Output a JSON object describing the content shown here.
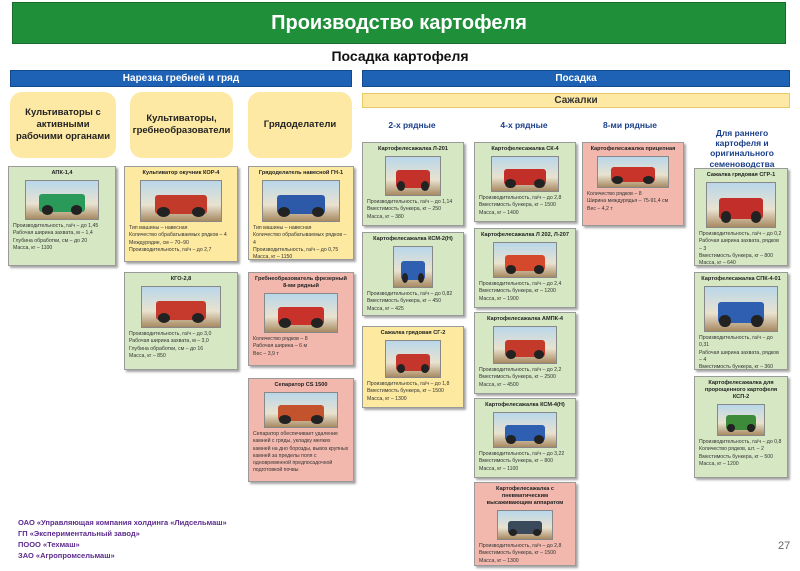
{
  "page_title": "Производство картофеля",
  "section_title": "Посадка картофеля",
  "left_band": "Нарезка гребней и гряд",
  "right_band": "Посадка",
  "planters_band": "Сажалки",
  "categories": {
    "cat1": "Культиваторы с активными рабочими органами",
    "cat2": "Культиваторы, гребнеобразователи",
    "cat3": "Грядоделатели"
  },
  "column_heads": {
    "c2row": "2-х рядные",
    "c4row": "4-х рядные",
    "c8row": "8-ми рядные",
    "cearly": "Для раннего картофеля и оригинального семеноводства"
  },
  "cards": {
    "apk": {
      "name": "АПК-1,4",
      "specs": "Производительность, га/ч – до 1,45\nРабочая ширина захвата, м – 1,4\nГлубина обработки, см – до 20\nМасса, кг – 1100"
    },
    "kor": {
      "name": "Культиватор окучник КОР-4",
      "specs": "Тип машины – навесная\nКоличество обрабатываемых рядков – 4\nМеждурядие, см – 70–90\nПроизводительность, га/ч – до 2,7"
    },
    "kgo": {
      "name": "КГО-2,8",
      "specs": "Производительность, га/ч – до 3,0\nРабочая ширина захвата, м – 3,0\nГлубина обработки, см – до 16\nМасса, кг – 850"
    },
    "gd": {
      "name": "Грядоделатель навесной ГН-1",
      "specs": "Тип машины – навесная\nКоличество обрабатываемых рядков – 4\nПроизводительность, га/ч – до 0,75\nМасса, кг – 1150"
    },
    "gref": {
      "name": "Гребнеобразователь фрезерный 8-ми рядный",
      "specs": "Количество рядков – 8\nРабочая ширина – 6 м\nВес – 3,9 т"
    },
    "sep": {
      "name": "Сепаратор CS 1500",
      "specs": "Сепаратор обеспечивает удаление камней с гряды, укладку мелких камней на дно борозды, вывоз крупных камней за пределы поля с одновременной предпосадочной подготовкой почвы"
    },
    "l201": {
      "name": "Картофелесажалка Л-201",
      "specs": "Производительность, га/ч – до 1,14\nВместимость бункера, кг – 250\nМасса, кг – 380"
    },
    "ksm2": {
      "name": "Картофелесажалка КСМ-2(Н)",
      "specs": "Производительность, га/ч – до 0,82\nВместимость бункера, кг – 450\nМасса, кг – 425"
    },
    "sg2": {
      "name": "Сажалка грядовая СГ-2",
      "specs": "Производительность, га/ч – до 1,8\nВместимость бункера, кг – 1500\nМасса, кг – 1300"
    },
    "sk4": {
      "name": "Картофелесажалка СК-4",
      "specs": "Производительность, га/ч – до 2,8\nВместимость бункера, кг – 1500\nМасса, кг – 1400"
    },
    "l202": {
      "name": "Картофелесажалка Л 202, Л-207",
      "specs": "Производительность, га/ч – до 2,4\nВместимость бункера, кг – 1200\nМасса, кг – 1900"
    },
    "ampk": {
      "name": "Картофелесажалка АМПК-4",
      "specs": "Производительность, га/ч – до 2,2\nВместимость бункера, кг – 2500\nМасса, кг – 4500"
    },
    "ksm4": {
      "name": "Картофелесажалка КСМ-4(Н)",
      "specs": "Производительность, га/ч – до 3,22\nВместимость бункера, кг – 800\nМасса, кг – 1100"
    },
    "pneu": {
      "name": "Картофелесажалка с пневматическим высаживающим аппаратом",
      "specs": "Производительность, га/ч – до 2,8\nВместимость бункера, кг – 1500\nМасса, кг – 1300"
    },
    "pric": {
      "name": "Картофелесажалка прицепная",
      "specs": "Количество рядков – 8\nШирина междурядья – 75-91,4 см\nВес – 4,2 т"
    },
    "sgr1": {
      "name": "Сажалка грядовая СГР-1",
      "specs": "Производительность, га/ч – до 0,2\nРабочая ширина захвата, рядков – 3\nВместимость бункера, кг – 800\nМасса, кг – 640"
    },
    "spk4": {
      "name": "Картофелесажалка СПК-4-01",
      "specs": "Производительность, га/ч – до 0,31\nРабочая ширина захвата, рядков – 4\nВместимость бункера, кг – 360\nМасса, кг – 720"
    },
    "ksp2": {
      "name": "Картофелесажалка для пророщенного картофеля КСП-2",
      "specs": "Производительность, га/ч – до 0,8\nКоличество рядков, шт. – 2\nВместимость бункера, кг – 500\nМасса, кг – 1200"
    }
  },
  "footer": [
    "ОАО «Управляющая компания холдинга «Лидсельмаш»",
    "ГП «Экспериментальный завод»",
    "ПООО «Техмаш»",
    "ЗАО «Агропромсельмаш»"
  ],
  "page_number": "27",
  "colors": {
    "title_bg": "#1f8f3a",
    "band_blue": "#1d62b4",
    "band_yellow": "#fde9a3",
    "card_green": "#d6e8c3",
    "card_yellow": "#fdeaa0",
    "card_pink": "#f2b8ad"
  }
}
